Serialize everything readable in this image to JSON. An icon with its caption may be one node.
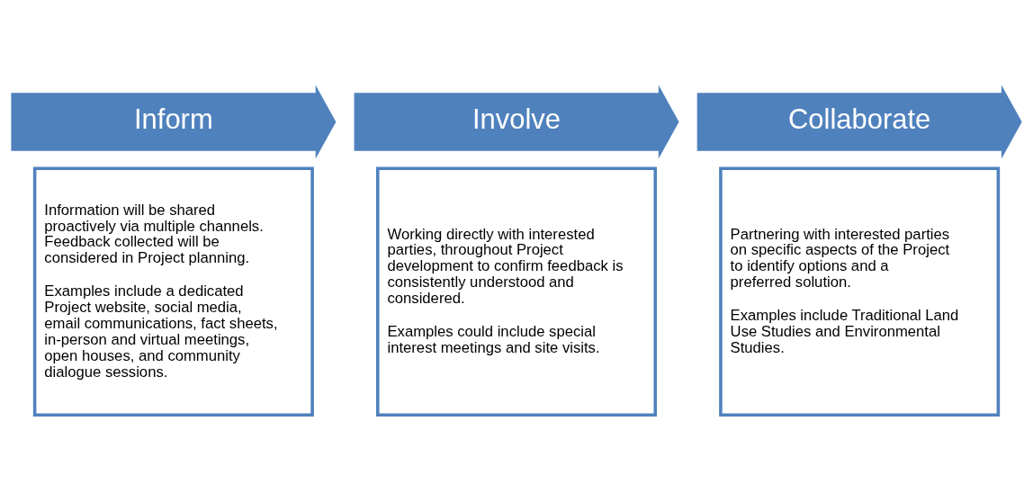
{
  "diagram": {
    "nodes": [
      {
        "text": [
          "Inform"
        ]
      },
      {
        "text": [
          "Information will be shared proactively via multiple channels. Feedback collected will be considered in Project planning.",
          "Examples include a dedicated Project website, social media, email communications, fact sheets, in-person and virtual meetings, open houses, and community dialogue sessions."
        ]
      },
      {
        "text": [
          "Involve"
        ]
      },
      {
        "text": [
          "Working directly with interested parties, throughout Project development to confirm feedback is consistently understood and considered.",
          "Examples could include special interest meetings and site visits."
        ]
      },
      {
        "text": [
          "Collaborate"
        ]
      },
      {
        "text": [
          "Partnering with interested parties on specific aspects of the Project to identify options and a preferred solution.",
          "Examples include Traditional Land Use Studies and Environmental Studies."
        ]
      }
    ]
  }
}
